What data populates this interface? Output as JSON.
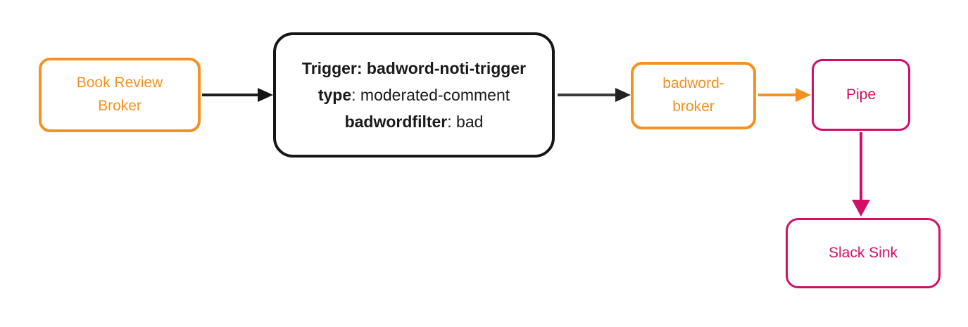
{
  "diagram": {
    "nodes": {
      "book_review_broker": {
        "label": "Book Review Broker"
      },
      "trigger_card": {
        "line1": "Trigger: badword-noti-trigger",
        "line2_key": "type",
        "line2_value": ": moderated-comment",
        "line3_key": "badwordfilter",
        "line3_value": ": bad"
      },
      "badword_broker": {
        "label": "badword-broker"
      },
      "pipe": {
        "label": "Pipe"
      },
      "slack_sink": {
        "label": "Slack Sink"
      }
    },
    "colors": {
      "orange": "#F59120",
      "pink": "#D40E67",
      "black": "#161616",
      "arrow_gray": "#3A3A3A",
      "background": "#FFFFFF"
    }
  }
}
